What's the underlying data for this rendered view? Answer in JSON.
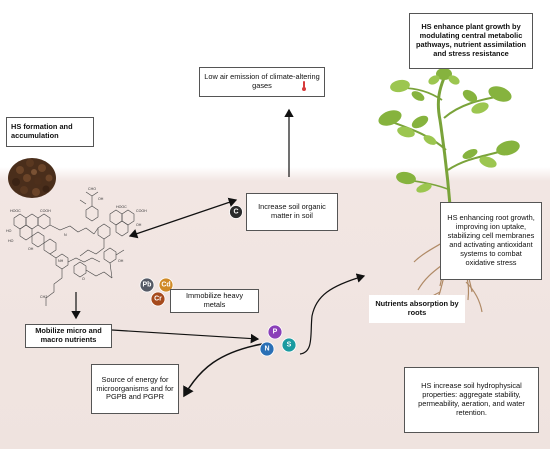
{
  "boxes": {
    "hs_formation": "HS formation and accumulation",
    "low_emission": "Low air emission of climate-altering gases",
    "plant_growth": "HS enhance plant growth by modulating central metabolic pathways, nutrient assimilation and stress resistance",
    "organic_matter": "Increase soil organic matter in soil",
    "root_growth": "HS enhancing root growth, improving ion uptake, stabilizing cell membranes and activating antioxidant systems to combat oxidative stress",
    "immobilize": "Immobilize heavy metals",
    "nutrients_absorption": "Nutrients absorption by roots",
    "mobilize": "Mobilize micro and macro nutrients",
    "energy_source": "Source of energy for microorganisms and for PGPB and PGPR",
    "hydrophysical": "HS increase soil hydrophysical properties: aggregate stability, permeability, aeration, and water retention."
  },
  "elements": {
    "carbon": "C",
    "lead": "Pb",
    "cadmium": "Cd",
    "chromium": "Cr",
    "phosphorus": "P",
    "nitrogen": "N",
    "sulfur": "S"
  },
  "colors": {
    "carbon": "#2b2b2b",
    "lead": "#555a66",
    "cadmium": "#d08a26",
    "chromium": "#a64a1c",
    "phosphorus": "#8a3fb8",
    "nitrogen": "#2a6fb5",
    "sulfur": "#1a9aa0",
    "soil": "#f3e8e5",
    "thermometer": "#d63b3b"
  },
  "chem_labels": [
    "HOOC",
    "COOH",
    "OH",
    "HO",
    "CHO",
    "N",
    "NH",
    "O",
    "CH2"
  ]
}
